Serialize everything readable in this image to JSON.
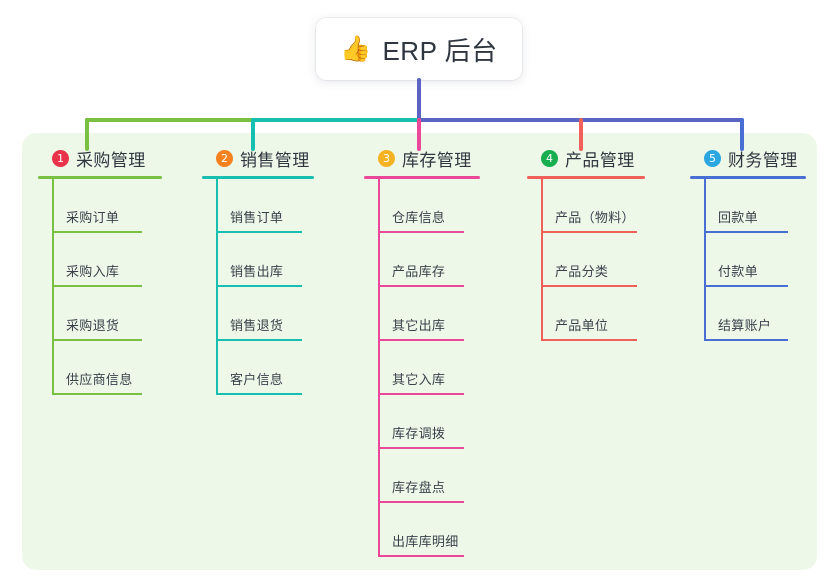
{
  "diagram": {
    "title": "ERP 后台",
    "root": {
      "icon": "thumbs-up-icon",
      "emoji": "👍",
      "label": "ERP 后台"
    },
    "panel_color": "#eef8e9",
    "branches": [
      {
        "index": "1",
        "label": "采购管理",
        "color": "#7ac143",
        "badge_color": "#e8334a",
        "items": [
          "采购订单",
          "采购入库",
          "采购退货",
          "供应商信息"
        ]
      },
      {
        "index": "2",
        "label": "销售管理",
        "color": "#17bfb0",
        "badge_color": "#f5821f",
        "items": [
          "销售订单",
          "销售出库",
          "销售退货",
          "客户信息"
        ]
      },
      {
        "index": "3",
        "label": "库存管理",
        "color": "#ec4899",
        "badge_color": "#f5b222",
        "items": [
          "仓库信息",
          "产品库存",
          "其它出库",
          "其它入库",
          "库存调拨",
          "库存盘点",
          "出库库明细"
        ]
      },
      {
        "index": "4",
        "label": "产品管理",
        "color": "#f2605a",
        "badge_color": "#17ae4f",
        "items": [
          "产品（物料）",
          "产品分类",
          "产品单位"
        ]
      },
      {
        "index": "5",
        "label": "财务管理",
        "color": "#4a6fd4",
        "badge_color": "#2aa7e0",
        "items": [
          "回款单",
          "付款单",
          "结算账户"
        ]
      }
    ],
    "trunk": {
      "color": "#5b64c4",
      "segment_colors": [
        "#7ac143",
        "#17bfb0",
        "#5b64c4"
      ]
    }
  }
}
